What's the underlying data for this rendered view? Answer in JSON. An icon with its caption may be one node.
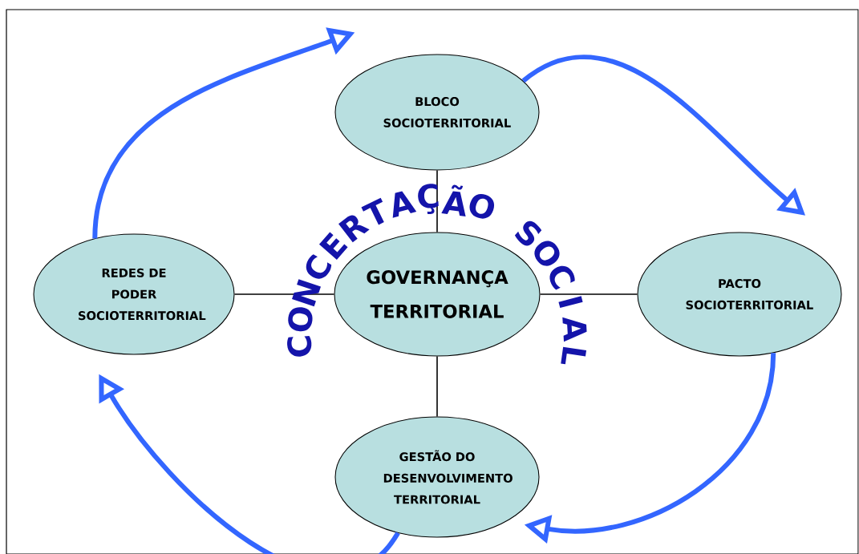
{
  "diagram": {
    "nodes": [
      {
        "text": [
          "BLOCO SOCIOTERRITORIAL"
        ]
      },
      {
        "text": [
          "REDES DE PODER SOCIOTERRITORIAL"
        ]
      },
      {
        "text": [
          "GOVERNANÇA TERRITORIAL"
        ]
      },
      {
        "text": [
          "PACTO SOCIOTERRITORIAL"
        ]
      },
      {
        "text": [
          "GESTÃO DO DESENVOLVIMENTO TERRITORIAL"
        ]
      }
    ],
    "edges": [
      {
        "from": 2,
        "to": 0,
        "arrow": "none"
      },
      {
        "from": 2,
        "to": 1,
        "arrow": "none"
      },
      {
        "from": 2,
        "to": 3,
        "arrow": "none"
      },
      {
        "from": 2,
        "to": 4,
        "arrow": "none"
      },
      {
        "from": 1,
        "to": 0,
        "arrow": "to",
        "style": "thick",
        "color": "#3366ff"
      },
      {
        "from": 0,
        "to": 3,
        "arrow": "to",
        "style": "thick",
        "color": "#3366ff"
      },
      {
        "from": 3,
        "to": 4,
        "arrow": "to",
        "style": "thick",
        "color": "#3366ff"
      },
      {
        "from": 4,
        "to": 1,
        "arrow": "to",
        "style": "thick",
        "color": "#3366ff"
      }
    ],
    "labels": [
      "CONCERTAÇÃO SOCIAL"
    ]
  }
}
